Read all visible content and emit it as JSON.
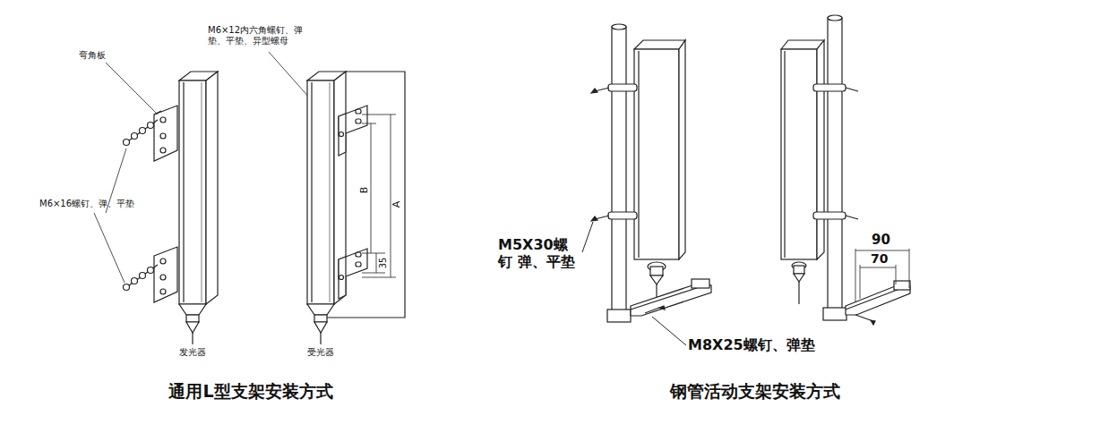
{
  "diagram": {
    "labels": [
      "弯角板",
      "M6×12内六角螺钉、弹 垫、平垫、异型螺母",
      "M6×16螺钉、弹、平垫",
      "B",
      "A",
      "35",
      "发光器",
      "受光器",
      "M5X30螺钉 弹、平垫",
      "M8X25螺钉、弹垫",
      "90",
      "70",
      "通用L型支架安装方式",
      "钢管活动支架安装方式"
    ]
  }
}
